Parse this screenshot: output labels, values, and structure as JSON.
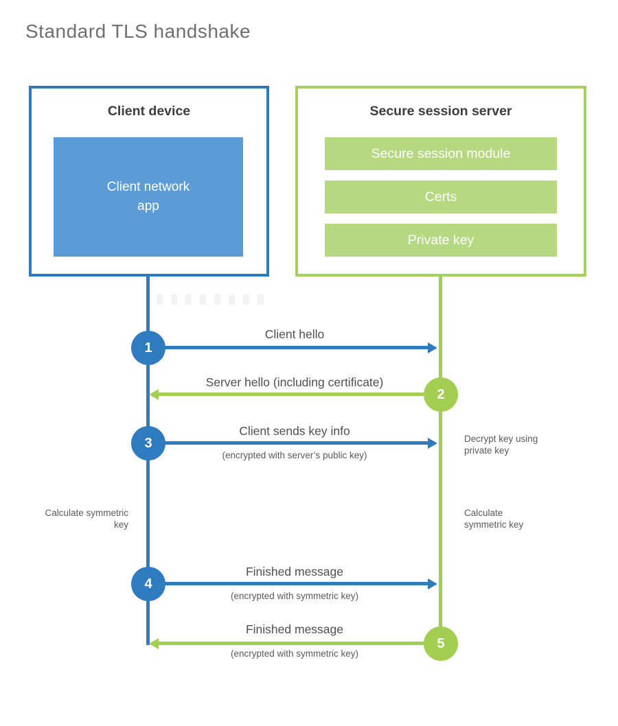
{
  "title": "Standard TLS handshake",
  "colors": {
    "client_blue": "#2e7bc0",
    "client_fill_blue": "#5b9cd7",
    "server_green": "#a2ce52",
    "server_fill_green": "#b6d881",
    "heading_text": "#3d3d3d",
    "label_text": "#4f4f4f"
  },
  "client": {
    "heading": "Client device",
    "app_label": "Client network app"
  },
  "server": {
    "heading": "Secure session server",
    "modules": [
      "Secure session module",
      "Certs",
      "Private key"
    ]
  },
  "steps": [
    {
      "num": "1",
      "from": "client",
      "direction": "right",
      "label": "Client hello",
      "sublabel": ""
    },
    {
      "num": "2",
      "from": "server",
      "direction": "left",
      "label": "Server hello (including certificate)",
      "sublabel": ""
    },
    {
      "num": "3",
      "from": "client",
      "direction": "right",
      "label": "Client sends key info",
      "sublabel": "(encrypted with server’s public key)"
    },
    {
      "num": "4",
      "from": "client",
      "direction": "right",
      "label": "Finished message",
      "sublabel": "(encrypted with symmetric key)"
    },
    {
      "num": "5",
      "from": "server",
      "direction": "left",
      "label": "Finished message",
      "sublabel": "(encrypted with symmetric key)"
    }
  ],
  "notes": {
    "decrypt": "Decrypt key using private key",
    "calculate_left": "Calculate symmetric key",
    "calculate_right": "Calculate symmetric key"
  }
}
